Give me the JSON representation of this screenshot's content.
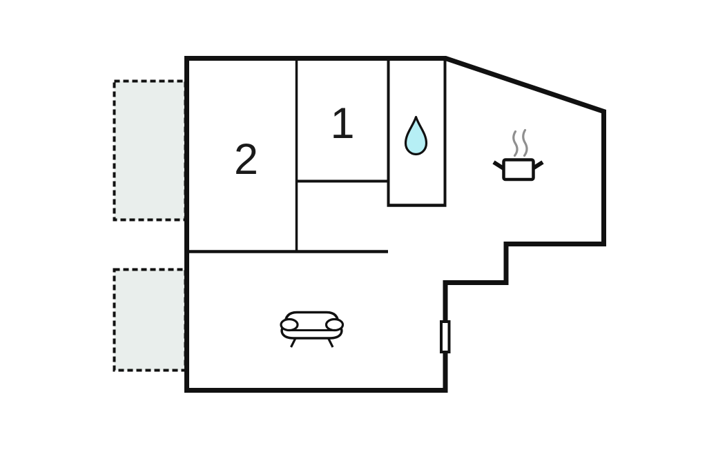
{
  "page": {
    "background": "#ffffff"
  },
  "floorplan": {
    "rooms": [
      {
        "id": "room-1",
        "label": "1"
      },
      {
        "id": "room-2",
        "label": "2"
      }
    ],
    "icons": [
      {
        "name": "water-drop-icon"
      },
      {
        "name": "cooking-pot-icon"
      },
      {
        "name": "sofa-icon"
      }
    ],
    "colors": {
      "wall": "#111111",
      "terrace_fill": "#e9eeec",
      "terrace_border": "#111111",
      "water_drop_fill": "#b6eff5",
      "steam": "#8f8f8f",
      "label": "#1a1a1a",
      "fixture_fill": "#ffffff"
    }
  }
}
